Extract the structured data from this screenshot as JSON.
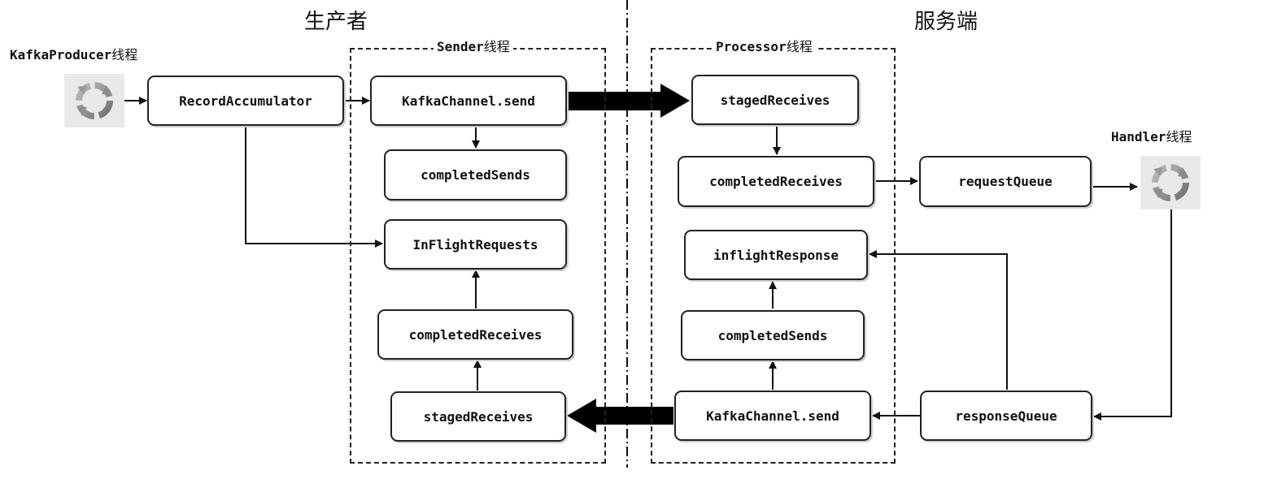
{
  "sides": {
    "producer": "生产者",
    "server": "服务端"
  },
  "producer_thread": {
    "name": "KafkaProducer",
    "suffix": "线程"
  },
  "handler_thread": {
    "name": "Handler",
    "suffix": "线程"
  },
  "sender_region": {
    "name": "Sender",
    "suffix": "线程"
  },
  "processor_region": {
    "name": "Processor",
    "suffix": "线程"
  },
  "nodes": {
    "record_accumulator": "RecordAccumulator",
    "p_kafka_channel_send": "KafkaChannel.send",
    "p_completed_sends": "completedSends",
    "p_inflight_requests": "InFlightRequests",
    "p_completed_receives": "completedReceives",
    "p_staged_receives": "stagedReceives",
    "s_staged_receives": "stagedReceives",
    "s_completed_receives": "completedReceives",
    "s_inflight_response": "inflightResponse",
    "s_completed_sends": "completedSends",
    "s_kafka_channel_send": "KafkaChannel.send",
    "request_queue": "requestQueue",
    "response_queue": "responseQueue"
  },
  "icons": {
    "producer_thread": "cycle-arrows-icon",
    "handler_thread": "cycle-arrows-icon"
  },
  "colors": {
    "line": "#111111",
    "box_border": "#222222",
    "icon_arrow": "#8c8c8c",
    "icon_bg": "#e9e9e9"
  }
}
